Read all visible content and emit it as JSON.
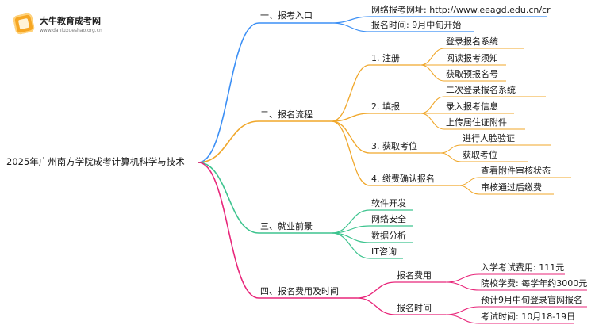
{
  "logo": {
    "name": "大牛教育成考网",
    "url": "www.daniuxueshao.org.cn"
  },
  "root": "2025年广州南方学院成考计算机科学与技术",
  "colors": {
    "blue": "#3b8ff5",
    "orange": "#f0a72a",
    "green": "#3ec48f",
    "magenta": "#e8267a"
  },
  "branches": {
    "b1": {
      "label": "一、报考入口",
      "items": [
        "网络报考网址: http://www.eeagd.edu.cn/cr",
        "报名时间: 9月中旬开始"
      ]
    },
    "b2": {
      "label": "二、报名流程",
      "steps": [
        {
          "label": "1. 注册",
          "items": [
            "登录报名系统",
            "阅读报考须知",
            "获取预报名号"
          ]
        },
        {
          "label": "2. 填报",
          "items": [
            "二次登录报名系统",
            "录入报考信息",
            "上传居住证附件"
          ]
        },
        {
          "label": "3. 获取考位",
          "items": [
            "进行人脸验证",
            "获取考位"
          ]
        },
        {
          "label": "4. 缴费确认报名",
          "items": [
            "查看附件审核状态",
            "审核通过后缴费"
          ]
        }
      ]
    },
    "b3": {
      "label": "三、就业前景",
      "items": [
        "软件开发",
        "网络安全",
        "数据分析",
        "IT咨询"
      ]
    },
    "b4": {
      "label": "四、报名费用及时间",
      "groups": [
        {
          "label": "报名费用",
          "items": [
            "入学考试费用: 111元",
            "院校学费: 每学年约3000元"
          ]
        },
        {
          "label": "报名时间",
          "items": [
            "预计9月中旬登录官网报名",
            "考试时间: 10月18-19日"
          ]
        }
      ]
    }
  }
}
